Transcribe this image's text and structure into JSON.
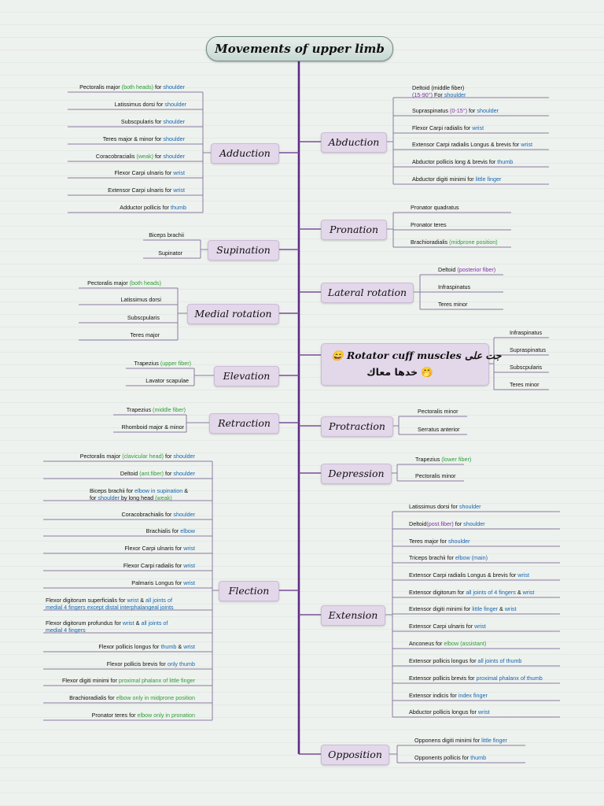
{
  "title": "Movements of upper limb",
  "colors": {
    "trunk": "#5e2a85",
    "branch": "#7a4d99",
    "leaf_line": "#8a7aa3",
    "node_fill": "#e3d7ea",
    "blue_text": "#1565b0",
    "green_text": "#2e9c38",
    "purple_text": "#7d2fa5"
  },
  "nodes": {
    "adduction": "Adduction",
    "abduction": "Abduction",
    "pronation": "Pronation",
    "supination": "Supination",
    "lateral_rotation": "Lateral rotation",
    "medial_rotation": "Medial rotation",
    "rotator_cuff_line1": "😄 Rotator cuff muscles جت على",
    "rotator_cuff_line2": "خدها معاك 🤭",
    "elevation": "Elevation",
    "retraction": "Retraction",
    "protraction": "Protraction",
    "depression": "Depression",
    "flection": "Flection",
    "extension": "Extension",
    "opposition": "Opposition"
  },
  "adduction_items": {
    "i1": {
      "a": "Pectoralis major ",
      "b": "(both heads)",
      "c": " for ",
      "d": "shoulder"
    },
    "i2": {
      "a": "Latissimus dorsi for ",
      "b": "shoulder"
    },
    "i3": {
      "a": "Subscpularis for ",
      "b": "shoulder"
    },
    "i4": {
      "a": "Teres major & minor for ",
      "b": "shoulder"
    },
    "i5": {
      "a": "Coracobracialis ",
      "b": "(weak)",
      "c": " for ",
      "d": "shoulder"
    },
    "i6": {
      "a": "Flexor Carpi ulnaris for ",
      "b": "wrist"
    },
    "i7": {
      "a": "Extensor Carpi ulnaris for ",
      "b": "wrist"
    },
    "i8": {
      "a": "Adductor pollicis for ",
      "b": "thumb"
    }
  },
  "abduction_items": {
    "i1": {
      "a": "Deltoid (middle fiber)",
      "b": "(15-90°)",
      "c": " For ",
      "d": "shoulder"
    },
    "i2": {
      "a": "Supraspinatus ",
      "b": "(0-15°)",
      "c": " for ",
      "d": "shoulder"
    },
    "i3": {
      "a": "Flexor Carpi radialis for ",
      "b": "wrist"
    },
    "i4": {
      "a": "Extensor Carpi radialis Longus & brevis for ",
      "b": "wrist"
    },
    "i5": {
      "a": "Abductor pollicis long & brevis for ",
      "b": "thumb"
    },
    "i6": {
      "a": "Abductor digiti minimi for ",
      "b": "little finger"
    }
  },
  "pronation_items": {
    "i1": "Pronator quadratus",
    "i2": "Pronator teres",
    "i3": {
      "a": "Brachioradialis ",
      "b": "(midprone position)"
    }
  },
  "supination_items": {
    "i1": "Biceps brachii",
    "i2": "Supinator"
  },
  "lateral_rotation_items": {
    "i1": {
      "a": "Deltoid ",
      "b": "(posterior fiber)"
    },
    "i2": "Infraspinatus",
    "i3": "Teres minor"
  },
  "medial_rotation_items": {
    "i1": {
      "a": "Pectoralis major ",
      "b": "(both heads)"
    },
    "i2": "Latissimus dorsi",
    "i3": "Subscpularis",
    "i4": "Teres major"
  },
  "rotator_cuff_items": {
    "i1": "Infraspinatus",
    "i2": "Supraspinatus",
    "i3": "Subscpularis",
    "i4": "Teres minor"
  },
  "elevation_items": {
    "i1": {
      "a": "Trapezius ",
      "b": "(upper fiber)"
    },
    "i2": "Lavator scapulae"
  },
  "retraction_items": {
    "i1": {
      "a": "Trapezius ",
      "b": "(middle fiber)"
    },
    "i2": "Rhomboid major & minor"
  },
  "protraction_items": {
    "i1": "Pectoralis minor",
    "i2": "Serratus anterior"
  },
  "depression_items": {
    "i1": {
      "a": "Trapezius ",
      "b": "(lower fiber)"
    },
    "i2": "Pectoralis minor"
  },
  "flection_items": {
    "i1": {
      "a": "Pectoralis major ",
      "b": "(clavicular head)",
      "c": " for ",
      "d": "shoulder"
    },
    "i2": {
      "a": "Deltoid ",
      "b": "(ant.fiber)",
      "c": " for ",
      "d": "shoulder"
    },
    "i3": {
      "a": "Biceps brachii for ",
      "b": "elbow in supination",
      "c": " &",
      "d": "for ",
      "e": "shoulder",
      "f": " by long head ",
      "g": "(weak)"
    },
    "i4": {
      "a": "Coracobrachialis for ",
      "b": "shoulder"
    },
    "i5": {
      "a": "Brachialis for ",
      "b": "elbow"
    },
    "i6": {
      "a": "Flexor Carpi ulnaris for ",
      "b": "wrist"
    },
    "i7": {
      "a": "Flexor Carpi radialis for ",
      "b": "wrist"
    },
    "i8": {
      "a": "Palmaris Longus for ",
      "b": "wrist"
    },
    "i9": {
      "a": "Flexor digitorum superficialis for ",
      "b": "wrist",
      "c": " & ",
      "d": "all joints of",
      "e": "medial 4 fingers except distal interphalangeal joints"
    },
    "i10": {
      "a": "Flexor digitorum profundus for ",
      "b": "wrist",
      "c": " & ",
      "d": "all joints of",
      "e": "medial 4 fingers"
    },
    "i11": {
      "a": "Flexor pollicis longus for ",
      "b": "thumb",
      "c": " & ",
      "d": "wrist"
    },
    "i12": {
      "a": "Flexor pollicis brevis for ",
      "b": "only thumb"
    },
    "i13": {
      "a": "Flexor digiti minimi for ",
      "b": "proximal phalanx of little finger"
    },
    "i14": {
      "a": "Brachioradialis for ",
      "b": "elbow only in midprone position"
    },
    "i15": {
      "a": "Pronator teres for ",
      "b": "elbow only in pronation"
    }
  },
  "extension_items": {
    "i1": {
      "a": "Latissimus dorsi for ",
      "b": "shoulder"
    },
    "i2": {
      "a": "Deltoid",
      "b": "(post.fiber)",
      "c": " for ",
      "d": "shoulder"
    },
    "i3": {
      "a": "Teres major for ",
      "b": "shoulder"
    },
    "i4": {
      "a": "Triceps brachii for ",
      "b": "elbow (main)"
    },
    "i5": {
      "a": "Extensor Carpi radialis Longus & brevis for ",
      "b": "wrist"
    },
    "i6": {
      "a": "Extensor digitorum for ",
      "b": "all joints of 4 fingers",
      "c": " & ",
      "d": "wrist"
    },
    "i7": {
      "a": "Extensor digiti minimi for ",
      "b": "little finger",
      "c": " & ",
      "d": "wrist"
    },
    "i8": {
      "a": "Extensor Carpi ulnaris for ",
      "b": "wrist"
    },
    "i9": {
      "a": "Anconeus for ",
      "b": "elbow (assistant)"
    },
    "i10": {
      "a": "Extensor pollicis longus for ",
      "b": "all joints of thumb"
    },
    "i11": {
      "a": "Extensor pollicis brevis for ",
      "b": "proximal phalanx of thumb"
    },
    "i12": {
      "a": "Extensor indicis for ",
      "b": "index finger"
    },
    "i13": {
      "a": "Abductor pollicis longus for ",
      "b": "wrist"
    }
  },
  "opposition_items": {
    "i1": {
      "a": "Opponens digiti minimi for ",
      "b": "little finger"
    },
    "i2": {
      "a": "Opponents pollicis for ",
      "b": "thumb"
    }
  }
}
